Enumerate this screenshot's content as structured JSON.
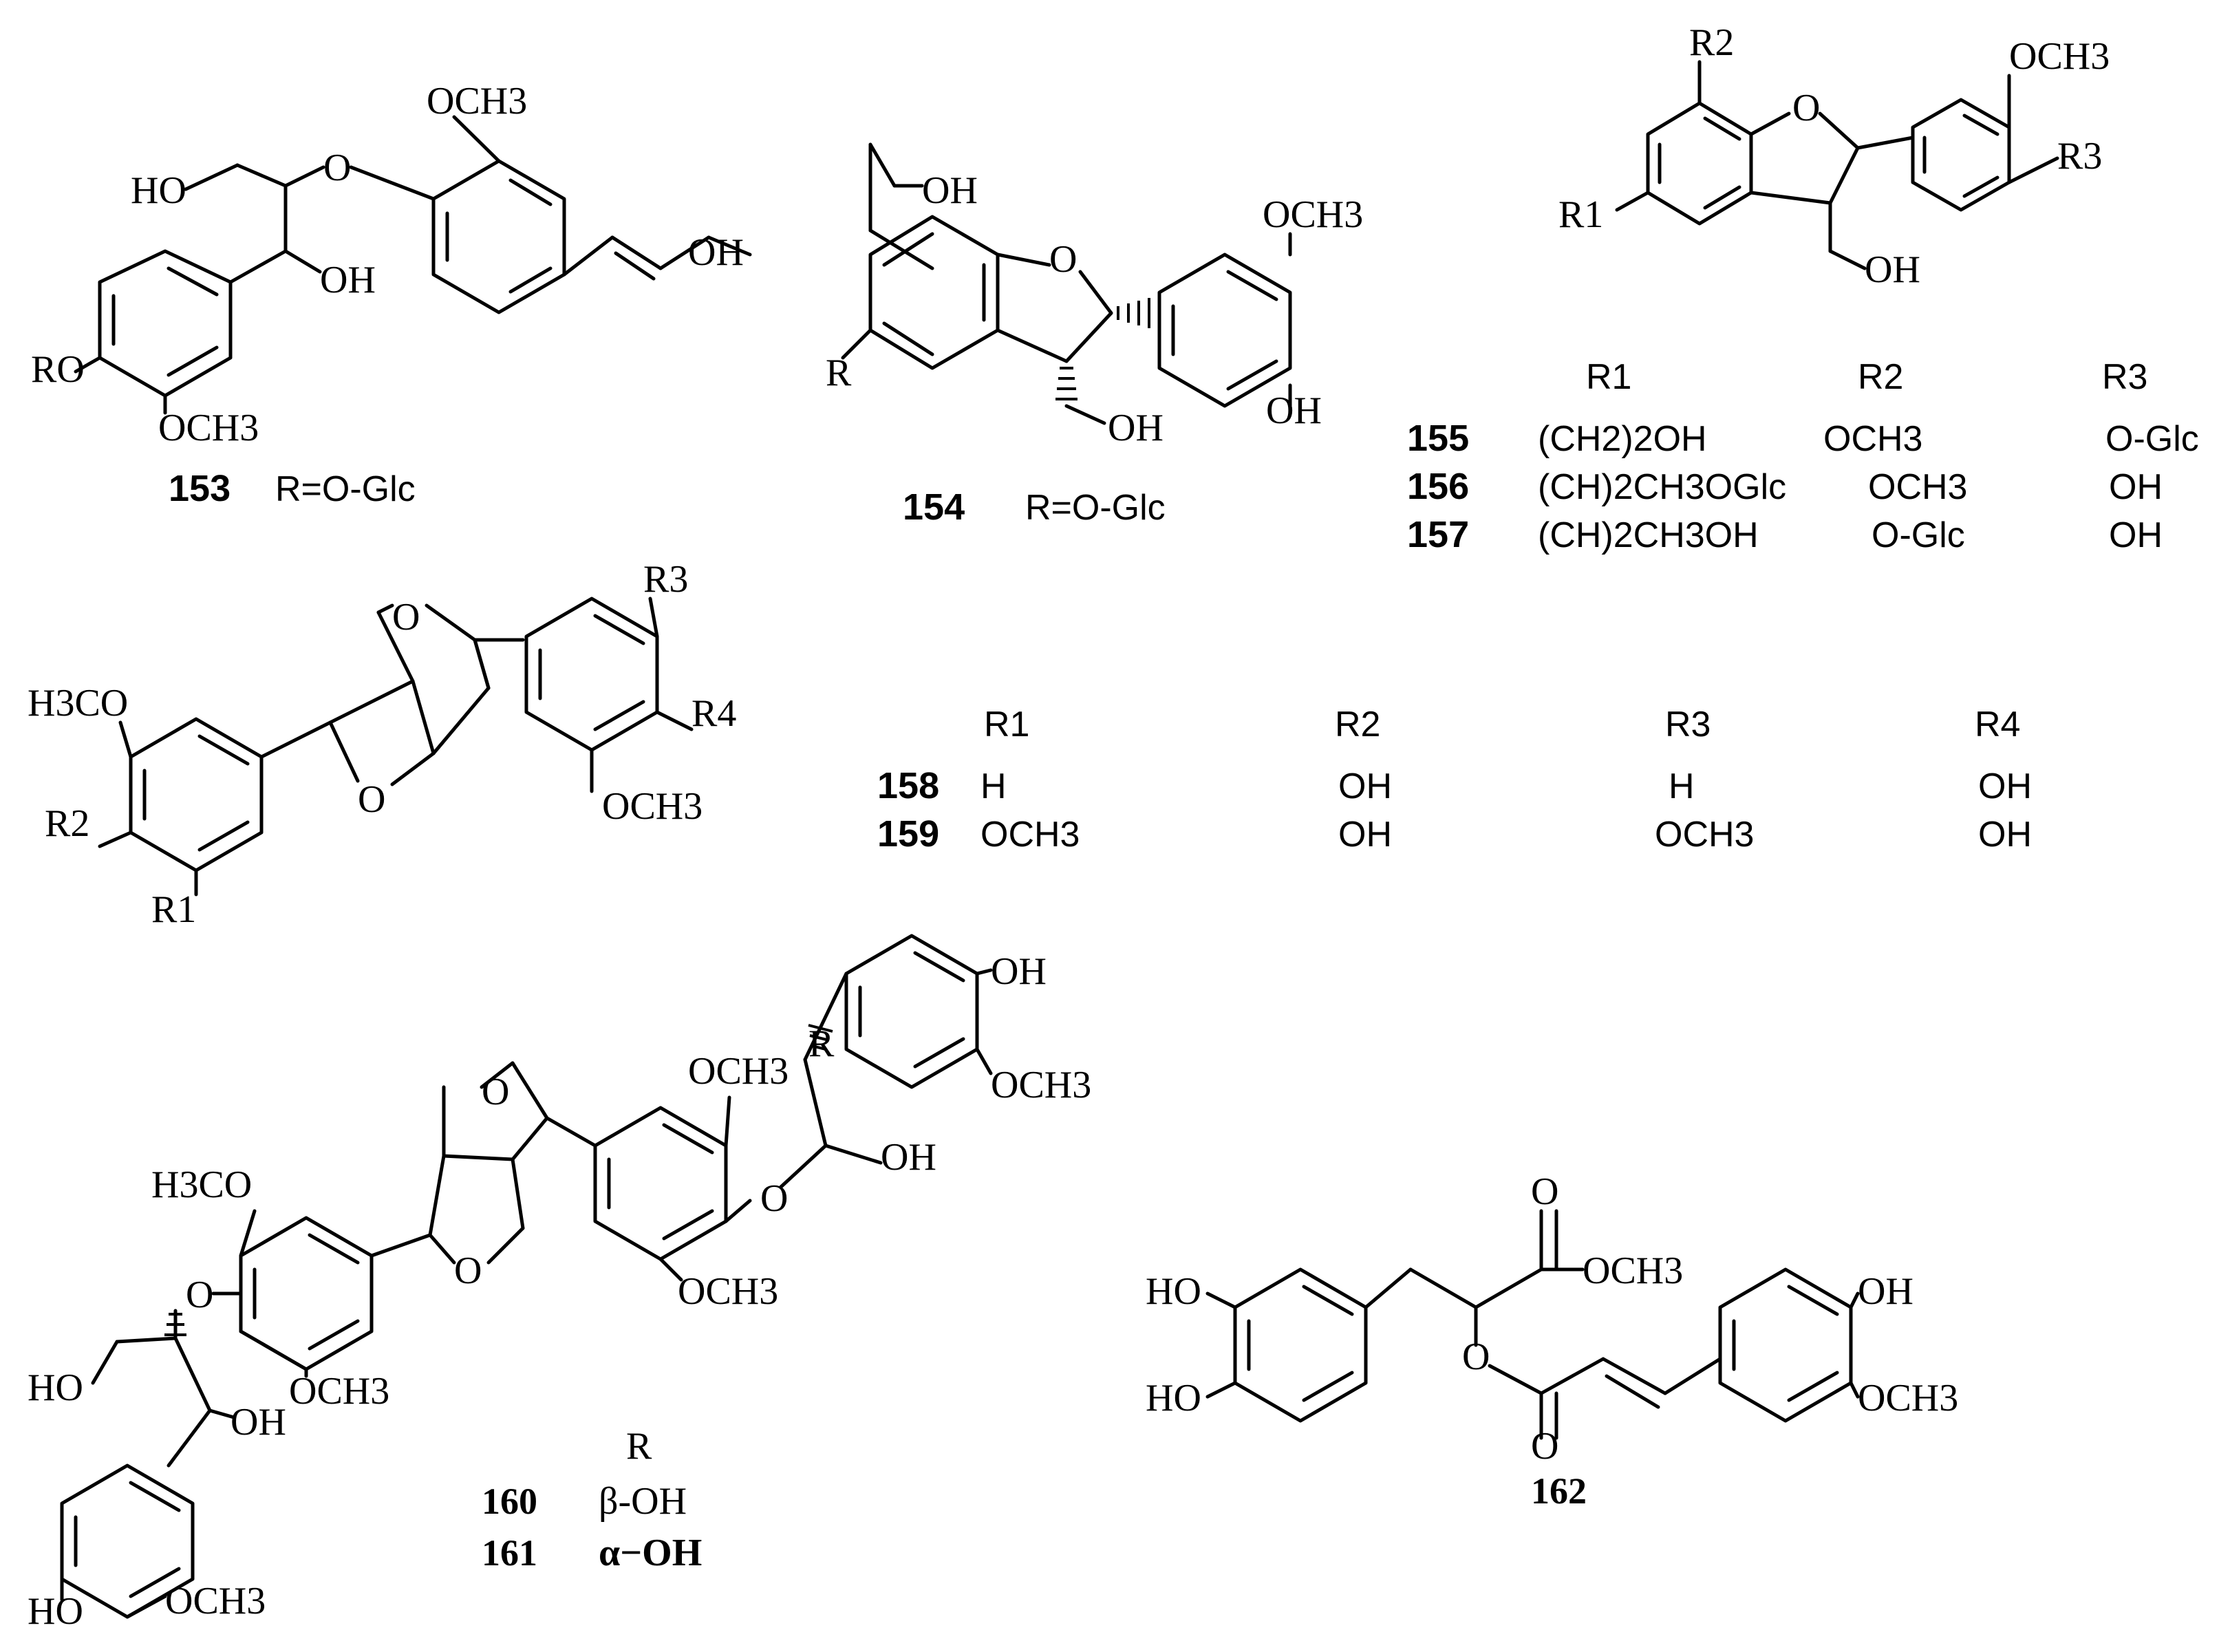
{
  "compounds": {
    "c153": {
      "number": "153",
      "caption": "R=O-Glc",
      "atoms": {
        "och3_top": "OCH3",
        "ho": "HO",
        "o_ether": "O",
        "oh_mid": "OH",
        "oh_end": "OH",
        "ro": "RO",
        "och3_bottom": "OCH3"
      }
    },
    "c154": {
      "number": "154",
      "caption": "R=O-Glc",
      "atoms": {
        "oh_top": "OH",
        "o_ring": "O",
        "och3": "OCH3",
        "r": "R",
        "oh_ring": "OH",
        "oh_ch2": "OH"
      }
    },
    "c155_157": {
      "atoms": {
        "r2": "R2",
        "o_ring": "O",
        "och3": "OCH3",
        "r3": "R3",
        "r1": "R1",
        "oh": "OH"
      },
      "table": {
        "headers": [
          "R1",
          "R2",
          "R3"
        ],
        "rows": [
          {
            "number": "155",
            "r1": "(CH2)2OH",
            "r2": "OCH3",
            "r3": "O-Glc"
          },
          {
            "number": "156",
            "r1": "(CH)2CH3OGlc",
            "r2": "OCH3",
            "r3": "OH"
          },
          {
            "number": "157",
            "r1": "(CH)2CH3OH",
            "r2": "O-Glc",
            "r3": "OH"
          }
        ]
      }
    },
    "c158_159": {
      "atoms": {
        "h3co": "H3CO",
        "o_top": "O",
        "r3": "R3",
        "r4": "R4",
        "r2": "R2",
        "o_bottom": "O",
        "och3": "OCH3",
        "r1": "R1"
      },
      "table": {
        "headers": [
          "R1",
          "R2",
          "R3",
          "R4"
        ],
        "rows": [
          {
            "number": "158",
            "r1": "H",
            "r2": "OH",
            "r3": "H",
            "r4": "OH"
          },
          {
            "number": "159",
            "r1": "OCH3",
            "r2": "OH",
            "r3": "OCH3",
            "r4": "OH"
          }
        ]
      }
    },
    "c160_161": {
      "atoms": {
        "oh_top": "OH",
        "och3_upper": "OCH3",
        "r_stereo": "R",
        "och3_right": "OCH3",
        "o_top": "O",
        "oh_side": "OH",
        "h3co": "H3CO",
        "o_link_right": "O",
        "o_link_left": "O",
        "och3_lower": "OCH3",
        "o_bottom": "O",
        "ho": "HO",
        "och3_left": "OCH3",
        "oh_mid": "OH",
        "ho_bottom": "HO",
        "och3_bottom": "OCH3"
      },
      "table": {
        "header": "R",
        "rows": [
          {
            "number": "160",
            "r": "β-OH"
          },
          {
            "number": "161",
            "r": "α−OH"
          }
        ]
      }
    },
    "c162": {
      "number": "162",
      "atoms": {
        "o_top": "O",
        "och3_ester": "OCH3",
        "oh_right": "OH",
        "ho_top": "HO",
        "o_ester": "O",
        "ho_bottom": "HO",
        "och3_right": "OCH3",
        "o_bottom": "O"
      }
    }
  }
}
